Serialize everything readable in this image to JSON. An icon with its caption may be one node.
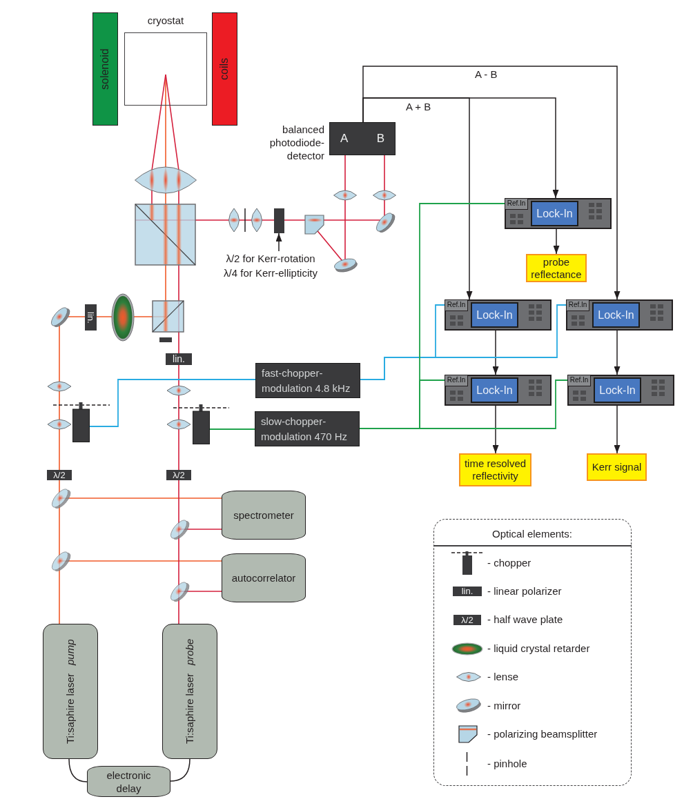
{
  "diagram": {
    "nodes": [
      {
        "text": [
          "solenoid"
        ]
      },
      {
        "text": [
          "cryostat"
        ]
      },
      {
        "text": [
          "coils"
        ]
      },
      {
        "text": [
          "A",
          "B"
        ],
        "beside": [
          "balanced photodiode- detector"
        ]
      },
      {
        "text": [],
        "shape": "box"
      },
      {
        "text": [],
        "shape": "box"
      },
      {
        "text": [
          "Ref.In"
        ],
        "in": 5
      },
      {
        "text": [
          "Lock-In"
        ],
        "in": 5
      },
      {
        "text": [
          "λ/2 for Kerr-rotation λ/4 for Kerr-ellipticity"
        ]
      },
      {
        "text": [
          "probe reflectance"
        ]
      },
      {
        "text": [
          "lin."
        ]
      },
      {
        "text": [],
        "shape": "box"
      },
      {
        "text": [
          "Ref.In"
        ],
        "in": 11
      },
      {
        "text": [
          "Lock-In"
        ],
        "in": 11
      },
      {
        "text": [],
        "shape": "box"
      },
      {
        "text": [
          "Ref.In"
        ],
        "in": 14
      },
      {
        "text": [
          "Lock-In"
        ],
        "in": 14
      },
      {
        "text": [
          "lin."
        ]
      },
      {
        "text": [],
        "shape": "box"
      },
      {
        "text": [],
        "shape": "box"
      },
      {
        "text": [
          "fast-chopper- modulation 4.8 kHz"
        ]
      },
      {
        "text": [
          "slow-chopper- modulation 470 Hz"
        ]
      },
      {
        "text": [],
        "shape": "box"
      },
      {
        "text": [
          "Ref.In"
        ],
        "in": 22
      },
      {
        "text": [
          "Lock-In"
        ],
        "in": 22
      },
      {
        "text": [],
        "shape": "box"
      },
      {
        "text": [
          "Ref.In"
        ],
        "in": 25
      },
      {
        "text": [
          "Lock-In"
        ],
        "in": 25
      },
      {
        "text": [
          "λ/2"
        ]
      },
      {
        "text": [
          "λ/2"
        ]
      },
      {
        "text": [
          "time resolved reflectivity"
        ]
      },
      {
        "text": [
          "Kerr signal"
        ]
      },
      {
        "text": [
          "spectrometer"
        ]
      },
      {
        "text": [
          "autocorrelator"
        ]
      },
      {
        "text": [
          "lin."
        ]
      },
      {
        "text": [
          "λ/2"
        ]
      },
      {
        "text": [
          "Ti:saphire laser *pump*"
        ]
      },
      {
        "text": [
          "Ti:saphire laser *probe*"
        ]
      },
      {
        "text": [
          "electronic delay"
        ]
      }
    ],
    "edges": [
      {
        "from": 3,
        "to": 5,
        "arrow": "to",
        "label": "A + B"
      },
      {
        "from": 3,
        "to": 11,
        "arrow": "to"
      },
      {
        "from": 3,
        "to": 14,
        "arrow": "to",
        "label": "A - B"
      },
      {
        "from": 5,
        "to": 9,
        "arrow": "to"
      },
      {
        "from": 11,
        "to": 22,
        "arrow": "to"
      },
      {
        "from": 14,
        "to": 25,
        "arrow": "to"
      },
      {
        "from": 22,
        "to": 30,
        "arrow": "to"
      },
      {
        "from": 25,
        "to": 31,
        "arrow": "to"
      },
      {
        "from": 18,
        "to": 20,
        "arrow": "none",
        "color": "#29abe2"
      },
      {
        "from": 20,
        "to": 12,
        "arrow": "none",
        "color": "#29abe2"
      },
      {
        "from": 20,
        "to": 15,
        "arrow": "none",
        "color": "#29abe2"
      },
      {
        "from": 19,
        "to": 21,
        "arrow": "none",
        "color": "#1fa24b"
      },
      {
        "from": 21,
        "to": 6,
        "arrow": "none",
        "color": "#1fa24b"
      },
      {
        "from": 21,
        "to": 23,
        "arrow": "none",
        "color": "#1fa24b"
      },
      {
        "from": 21,
        "to": 26,
        "arrow": "none",
        "color": "#1fa24b"
      },
      {
        "from": 8,
        "to": 4,
        "arrow": "to"
      },
      {
        "from": 36,
        "to": 38,
        "arrow": "none"
      },
      {
        "from": 38,
        "to": 37,
        "arrow": "none"
      }
    ],
    "labels": [
      "Optical elements:"
    ],
    "legend": [
      {
        "text": "- chopper"
      },
      {
        "text": "- linear polarizer"
      },
      {
        "text": "- half wave plate"
      },
      {
        "text": "- liquid crystal retarder"
      },
      {
        "text": "- lense"
      },
      {
        "text": "- mirror"
      },
      {
        "text": "- polarizing beamsplitter"
      },
      {
        "text": "- pinhole"
      }
    ]
  }
}
